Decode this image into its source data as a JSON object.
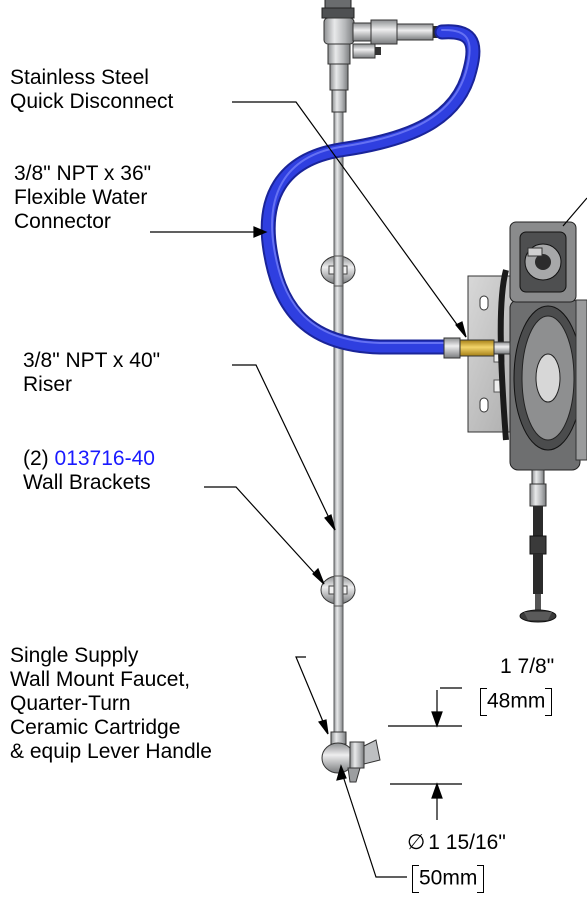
{
  "labels": {
    "quick_disconnect": [
      "Stainless Steel",
      "Quick Disconnect"
    ],
    "water_connector": [
      "3/8\" NPT x 36\"",
      "Flexible Water",
      "Connector"
    ],
    "riser": [
      "3/8\" NPT x 40\"",
      "Riser"
    ],
    "brackets_prefix": "(2)",
    "brackets_part": "013716-40",
    "brackets_name": "Wall Brackets",
    "faucet": [
      "Single Supply",
      "Wall Mount Faucet,",
      "Quarter-Turn",
      "Ceramic Cartridge",
      "& equip Lever Handle"
    ]
  },
  "dimensions": {
    "offset_in": "1 7/8\"",
    "offset_mm": "48mm",
    "diameter_in": "1 15/16\"",
    "diameter_mm": "50mm",
    "diameter_symbol": "∅"
  },
  "colors": {
    "hose": "#2f3fe0",
    "hose_dark": "#1a2499",
    "link": "#1a1aff",
    "steel": "#c9cacb",
    "steel_dark": "#6c6e70",
    "brass": "#e1b83a"
  }
}
